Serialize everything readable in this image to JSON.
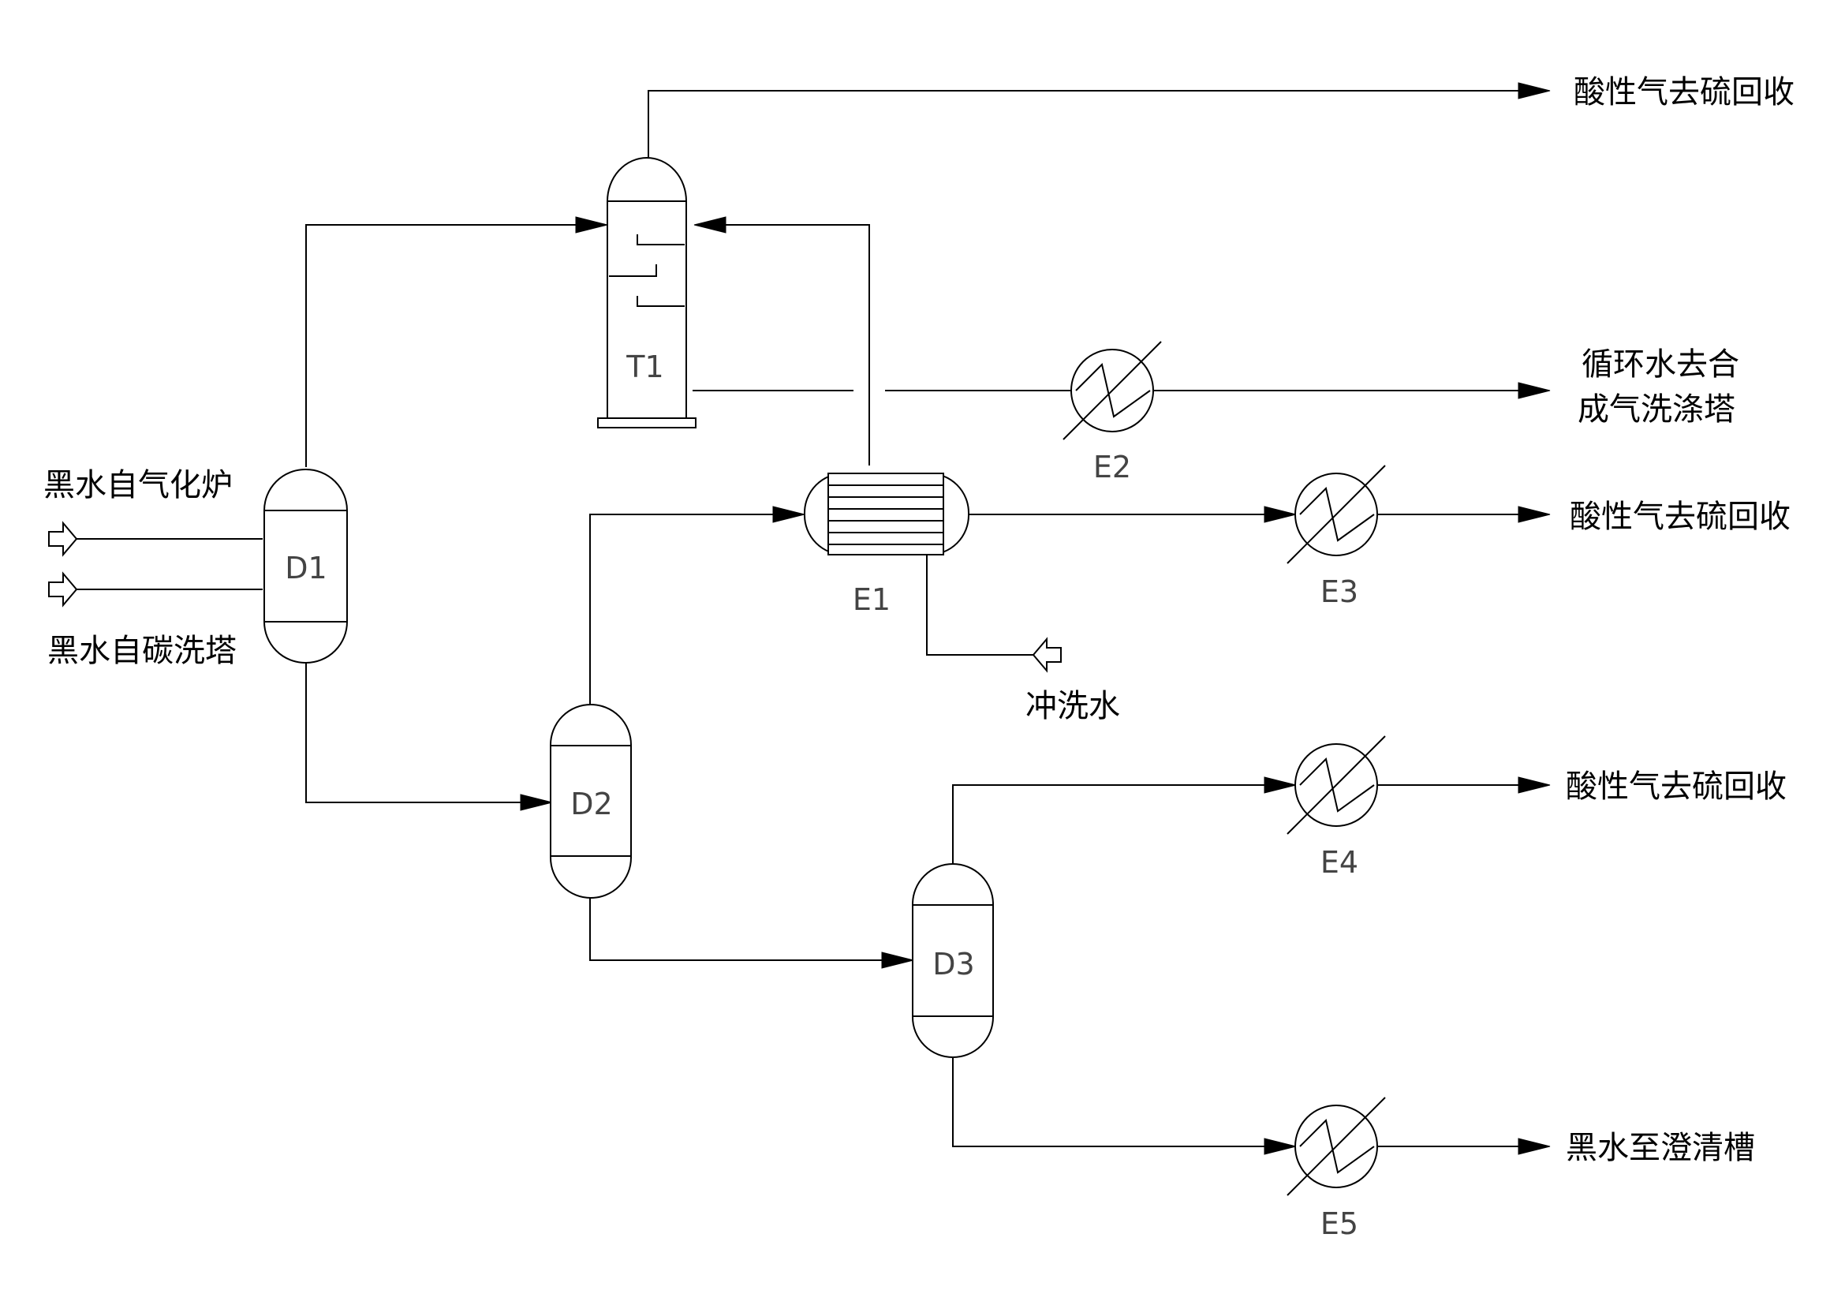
{
  "equipment": {
    "d1": "D1",
    "d2": "D2",
    "d3": "D3",
    "t1": "T1",
    "e1": "E1",
    "e2": "E2",
    "e3": "E3",
    "e4": "E4",
    "e5": "E5"
  },
  "streams": {
    "feed_gasifier": "黑水自气化炉",
    "feed_carbon_wash": "黑水自碳洗塔",
    "flush_water": "冲洗水",
    "acid_gas_1": "酸性气去硫回收",
    "acid_gas_2": "酸性气去硫回收",
    "acid_gas_3": "酸性气去硫回收",
    "circ_water_line1": "循环水去合",
    "circ_water_line2": "成气洗涤塔",
    "black_water_out": "黑水至澄清槽"
  }
}
